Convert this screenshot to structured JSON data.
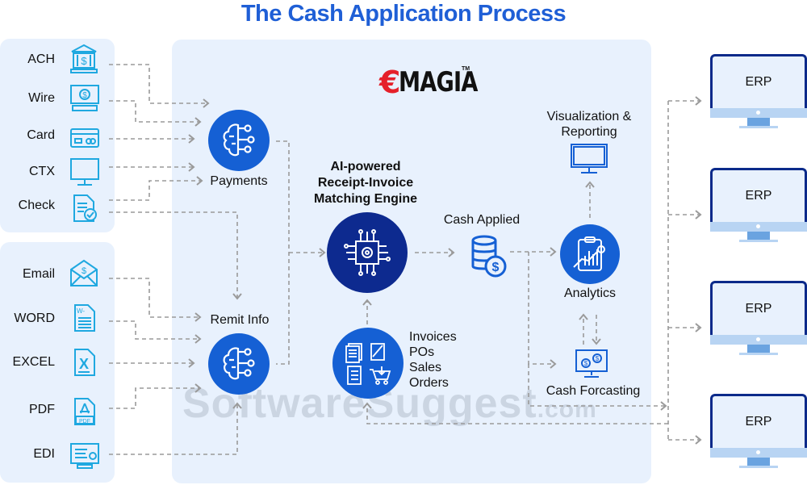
{
  "title": "The Cash Application Process",
  "brand": {
    "logo_text": "EMAGIA",
    "trademark": "TM",
    "logo_accent": "#e5202a"
  },
  "payment_sources": [
    {
      "label": "ACH",
      "icon": "bank-icon"
    },
    {
      "label": "Wire",
      "icon": "monitor-dollar-icon"
    },
    {
      "label": "Card",
      "icon": "credit-card-icon"
    },
    {
      "label": "CTX",
      "icon": "monitor-icon"
    },
    {
      "label": "Check",
      "icon": "document-check-icon"
    }
  ],
  "remit_sources": [
    {
      "label": "Email",
      "icon": "envelope-dollar-icon"
    },
    {
      "label": "WORD",
      "icon": "word-document-icon"
    },
    {
      "label": "EXCEL",
      "icon": "excel-document-icon"
    },
    {
      "label": "PDF",
      "icon": "pdf-document-icon"
    },
    {
      "label": "EDI",
      "icon": "edi-screen-icon"
    }
  ],
  "nodes": {
    "payments": "Payments",
    "remit_info": "Remit Info",
    "engine": [
      "AI-powered",
      "Receipt-Invoice",
      "Matching Engine"
    ],
    "cash_applied": "Cash Applied",
    "documents": [
      "Invoices",
      "POs",
      "Sales",
      "Orders"
    ],
    "visualization": [
      "Visualization &",
      "Reporting"
    ],
    "analytics": "Analytics",
    "cash_forecasting": "Cash Forcasting"
  },
  "erp_targets": [
    "ERP",
    "ERP",
    "ERP",
    "ERP"
  ],
  "watermark": {
    "main": "SoftwareSuggest",
    "suffix": ".com"
  },
  "colors": {
    "title": "#1f5fd6",
    "node": "#1560d4",
    "engine": "#0d2a8f",
    "panel": "#e8f1fd",
    "icon_cyan": "#1fa8e0",
    "erp_border": "#0b2a8a",
    "connector": "#9a9a9a"
  }
}
